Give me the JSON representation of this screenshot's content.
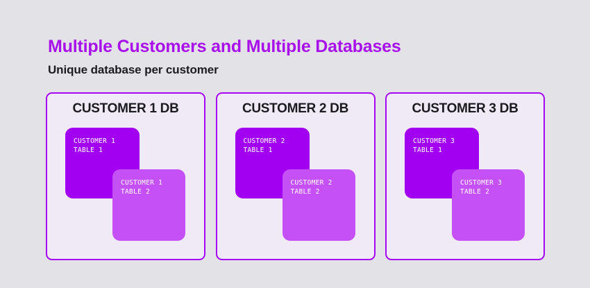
{
  "page": {
    "background_color": "#e3e2e7"
  },
  "header": {
    "title": "Multiple Customers and Multiple Databases",
    "title_color": "#a811e9",
    "subtitle": "Unique database per customer",
    "subtitle_color": "#1b1b20"
  },
  "palette": {
    "card_border": "#a606f2",
    "card_fill": "#f0eaf7",
    "table_back": "#a200f0",
    "table_front": "#c551f6",
    "table_text": "#ffffff"
  },
  "cards": [
    {
      "title": "CUSTOMER 1 DB",
      "tables": [
        {
          "line1": "CUSTOMER 1",
          "line2": "TABLE 1",
          "layer": "back"
        },
        {
          "line1": "CUSTOMER 1",
          "line2": "TABLE 2",
          "layer": "front"
        }
      ]
    },
    {
      "title": "CUSTOMER 2 DB",
      "tables": [
        {
          "line1": "CUSTOMER 2",
          "line2": "TABLE 1",
          "layer": "back"
        },
        {
          "line1": "CUSTOMER 2",
          "line2": "TABLE 2",
          "layer": "front"
        }
      ]
    },
    {
      "title": "CUSTOMER 3 DB",
      "tables": [
        {
          "line1": "CUSTOMER 3",
          "line2": "TABLE 1",
          "layer": "back"
        },
        {
          "line1": "CUSTOMER 3",
          "line2": "TABLE 2",
          "layer": "front"
        }
      ]
    }
  ]
}
